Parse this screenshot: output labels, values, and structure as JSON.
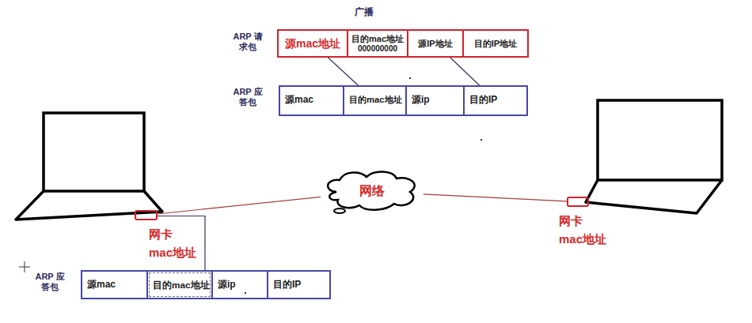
{
  "diagram": {
    "nodes": [
      {
        "text": [
          "源mac地址"
        ]
      },
      {
        "text": [
          "目的mac地址",
          "000000000"
        ]
      },
      {
        "text": [
          "源IP地址"
        ]
      },
      {
        "text": [
          "目的IP地址"
        ]
      },
      {
        "text": [
          "源mac"
        ]
      },
      {
        "text": [
          "目的mac地址"
        ]
      },
      {
        "text": [
          "源ip"
        ]
      },
      {
        "text": [
          "目的IP"
        ]
      },
      {
        "text": [
          "网络"
        ]
      },
      {
        "text": [
          "网卡",
          "mac地址"
        ]
      },
      {
        "text": [
          "网卡",
          "mac地址"
        ]
      },
      {
        "text": [
          "源mac"
        ]
      },
      {
        "text": [
          "目的mac地址"
        ]
      },
      {
        "text": [
          "源ip"
        ]
      },
      {
        "text": [
          "目的IP"
        ]
      }
    ],
    "edges": [
      {
        "from": 0,
        "to": 5,
        "arrow": "none"
      },
      {
        "from": 2,
        "to": 7,
        "arrow": "none"
      },
      {
        "from": 9,
        "to": 8,
        "arrow": "none"
      },
      {
        "from": 8,
        "to": 10,
        "arrow": "none"
      },
      {
        "from": 9,
        "to": 12,
        "arrow": "none"
      }
    ],
    "labels": [
      "广播",
      "ARP 请求包",
      "ARP 应答包",
      "ARP 应答包"
    ]
  }
}
